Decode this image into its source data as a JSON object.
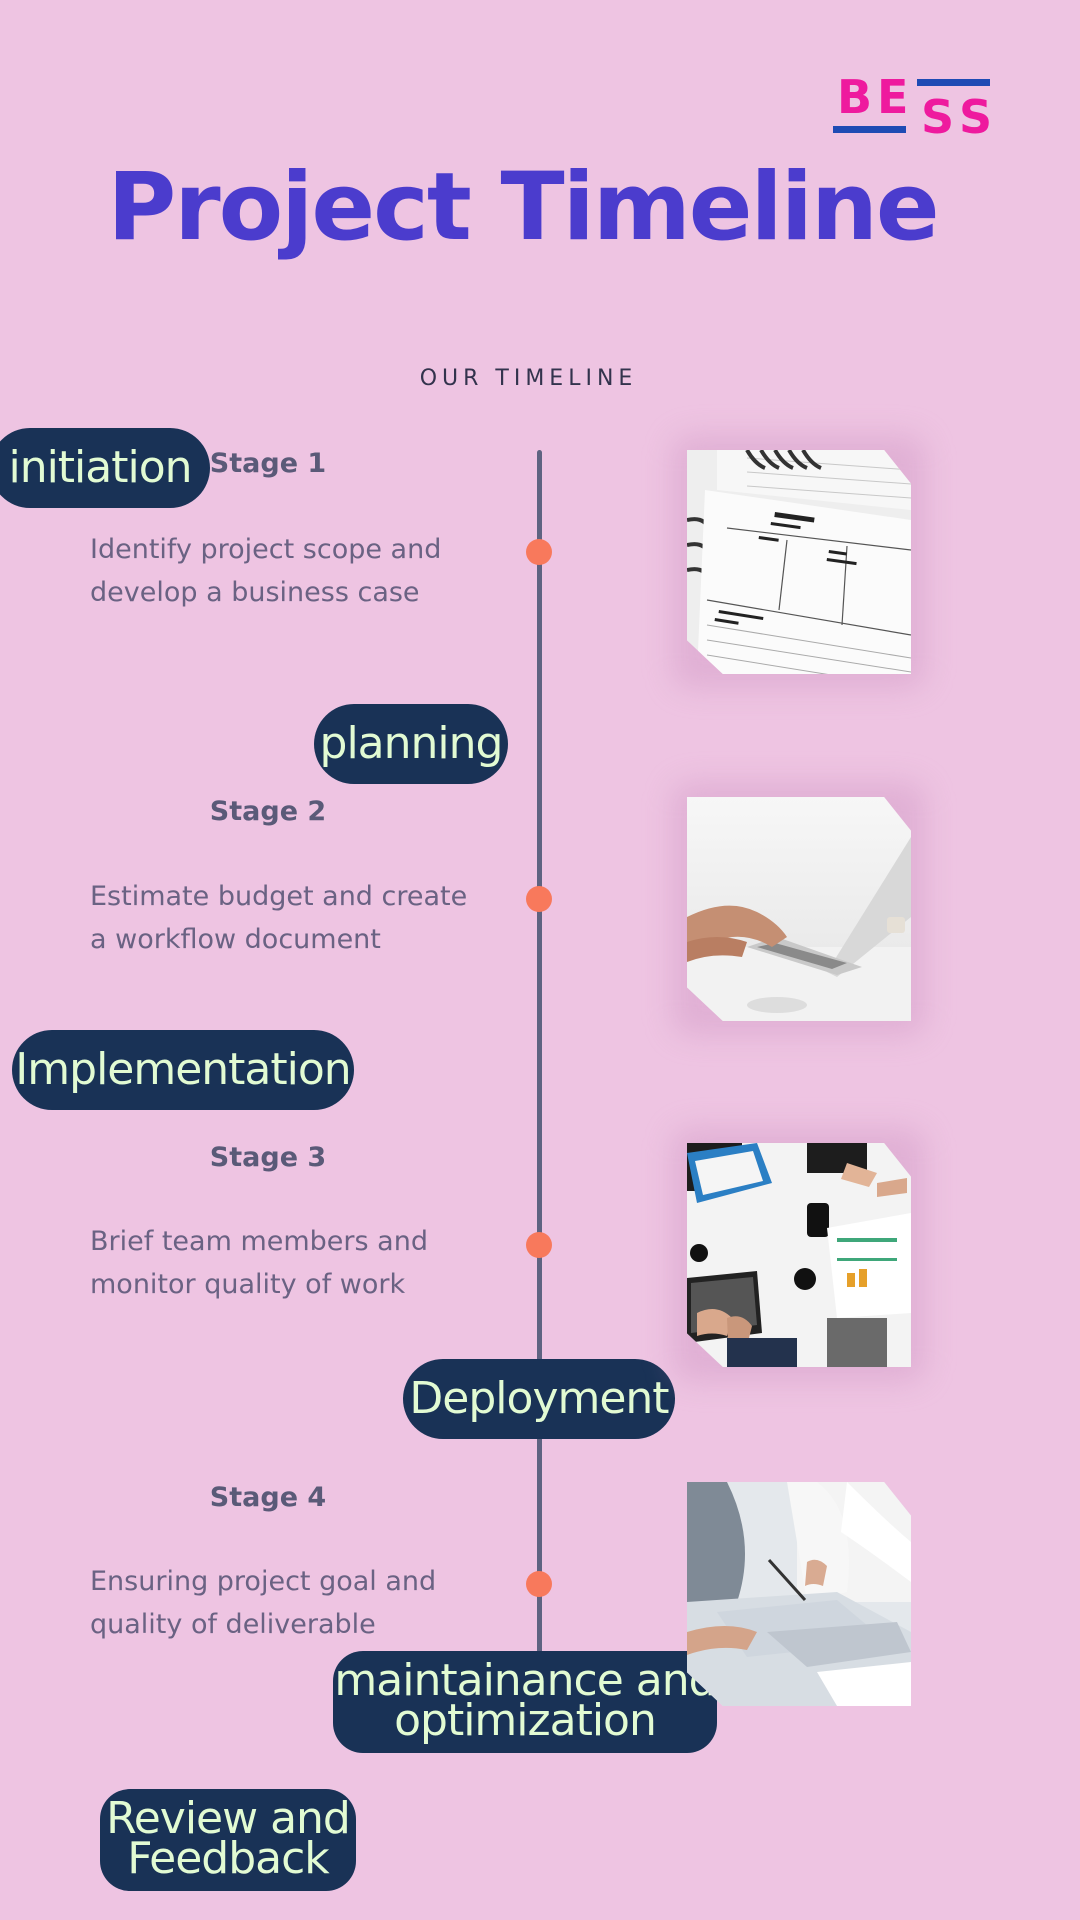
{
  "logo": {
    "letters": [
      "B",
      "E",
      "S",
      "S"
    ]
  },
  "page": {
    "title": "Project Timeline",
    "subtitle": "OUR TIMELINE"
  },
  "phases": {
    "initiation": "initiation",
    "planning": "planning",
    "implementation": "Implementation",
    "deployment": "Deployment",
    "maintenance_line1": "maintainance and",
    "maintenance_line2": "optimization",
    "review_line1": "Review and",
    "review_line2": "Feedback"
  },
  "stages": [
    {
      "label": "Stage 1",
      "line1": "Identify project scope and",
      "line2": "develop a business case",
      "photo": "planner-notebook-photo"
    },
    {
      "label": "Stage 2",
      "line1": "Estimate budget and create",
      "line2": "a workflow document",
      "photo": "laptop-typing-photo"
    },
    {
      "label": "Stage 3",
      "line1": "Brief team members and",
      "line2": "monitor quality of work",
      "photo": "team-meeting-photo"
    },
    {
      "label": "Stage 4",
      "line1": "Ensuring project goal and",
      "line2": "quality of deliverable",
      "photo": "tablet-review-photo"
    }
  ],
  "colors": {
    "background": "#eec4e2",
    "title": "#4b3ccd",
    "pill": "#193256",
    "pill_text": "#e2fbd3",
    "dot": "#f8795c",
    "line": "#5e6381",
    "logo_pink": "#ee1a9e",
    "logo_blue": "#1e4bb4"
  }
}
